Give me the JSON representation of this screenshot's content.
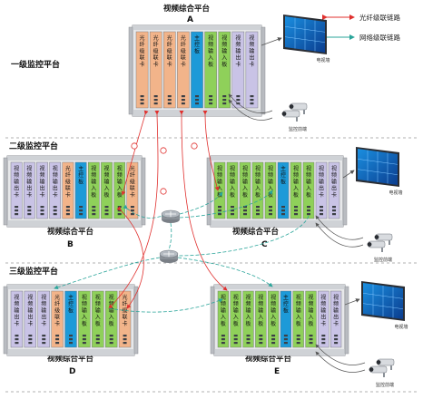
{
  "legend": {
    "fiber_label": "光纤级联链路",
    "network_label": "网络级联链路",
    "fiber_color": "#e0302e",
    "network_color": "#2aa59a"
  },
  "levels": {
    "level1": "一级监控平台",
    "level2": "二级监控平台",
    "level3": "三级监控平台"
  },
  "platforms": {
    "A": {
      "name": "视频综合平台",
      "letter": "A"
    },
    "B": {
      "name": "视频综合平台",
      "letter": "B"
    },
    "C": {
      "name": "视频综合平台",
      "letter": "C"
    },
    "D": {
      "name": "视频综合平台",
      "letter": "D"
    },
    "E": {
      "name": "视频综合平台",
      "letter": "E"
    }
  },
  "card_labels": {
    "fiber": "光纤级联卡",
    "main": "主控板",
    "input": "视频输入板",
    "output": "视频输出卡"
  },
  "racks": {
    "A": [
      "fiber",
      "fiber",
      "fiber",
      "fiber",
      "main",
      "input",
      "input",
      "output",
      "output"
    ],
    "B": [
      "output",
      "output",
      "output",
      "output",
      "fiber",
      "main",
      "input",
      "input",
      "input",
      "fiber"
    ],
    "C": [
      "input",
      "input",
      "input",
      "input",
      "input",
      "main",
      "input",
      "input",
      "output",
      "output"
    ],
    "D": [
      "output",
      "output",
      "output",
      "fiber",
      "main",
      "input",
      "input",
      "input",
      "fiber"
    ],
    "E": [
      "input",
      "input",
      "input",
      "input",
      "input",
      "main",
      "input",
      "input",
      "output",
      "output"
    ]
  },
  "card_colors": {
    "fiber": "#f2b48a",
    "main": "#1d9ad8",
    "input": "#8fd05a",
    "output": "#c9c3e6"
  },
  "devices": {
    "tv_wall": "电视墙",
    "camera": "监控前端"
  }
}
